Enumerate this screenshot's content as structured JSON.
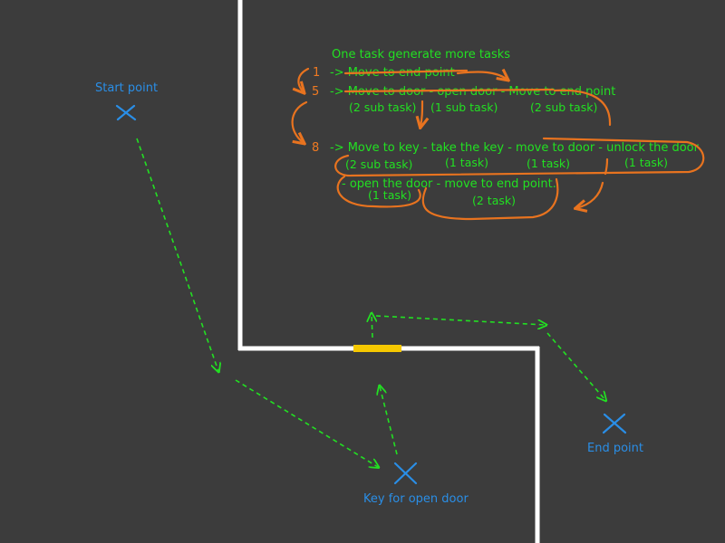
{
  "markers": {
    "start": "Start point",
    "key": "Key for open door",
    "end": "End point"
  },
  "notes": {
    "heading": "One task generate more tasks",
    "rows": [
      {
        "num": "1",
        "text": "-> Move to end point"
      },
      {
        "num": "5",
        "text": "-> Move to door - open door - Move to end point"
      },
      {
        "num": "8",
        "text": "-> Move to key - take the key - move to door - unlock the door"
      }
    ],
    "row3_cont": "- open the door - move to end point.",
    "row2_tasks": [
      "(2 sub task)",
      "(1 sub task)",
      "(2 sub task)"
    ],
    "row3_tasks": [
      "(2 sub task)",
      "(1 task)",
      "(1 task)",
      "(1 task)"
    ],
    "row3b_tasks": [
      "(1 task)",
      "(2 task)"
    ]
  },
  "colors": {
    "background": "#3c3c3c",
    "wall": "#ffffff",
    "door": "#f5c800",
    "path": "#22e022",
    "marker": "#2a8ee6",
    "annotation": "#e8731f"
  }
}
